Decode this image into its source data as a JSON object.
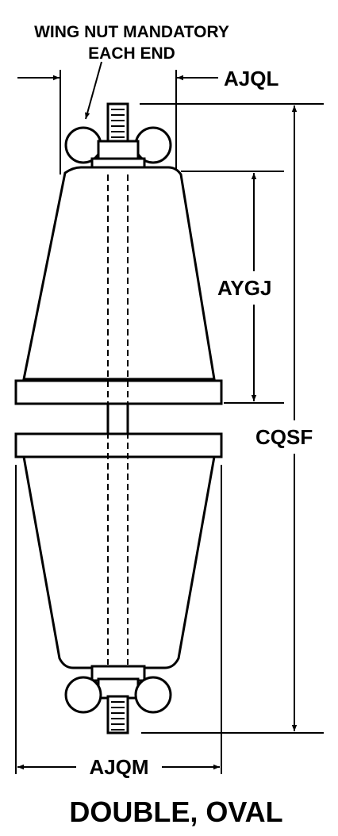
{
  "note": {
    "line1": "WING NUT MANDATORY",
    "line2": "EACH END"
  },
  "dimensions": {
    "top_width": "AJQL",
    "upper_height": "AYGJ",
    "overall_length": "CQSF",
    "bottom_width": "AJQM"
  },
  "caption": "DOUBLE, OVAL",
  "colors": {
    "ink": "#000000",
    "paper": "#ffffff"
  }
}
